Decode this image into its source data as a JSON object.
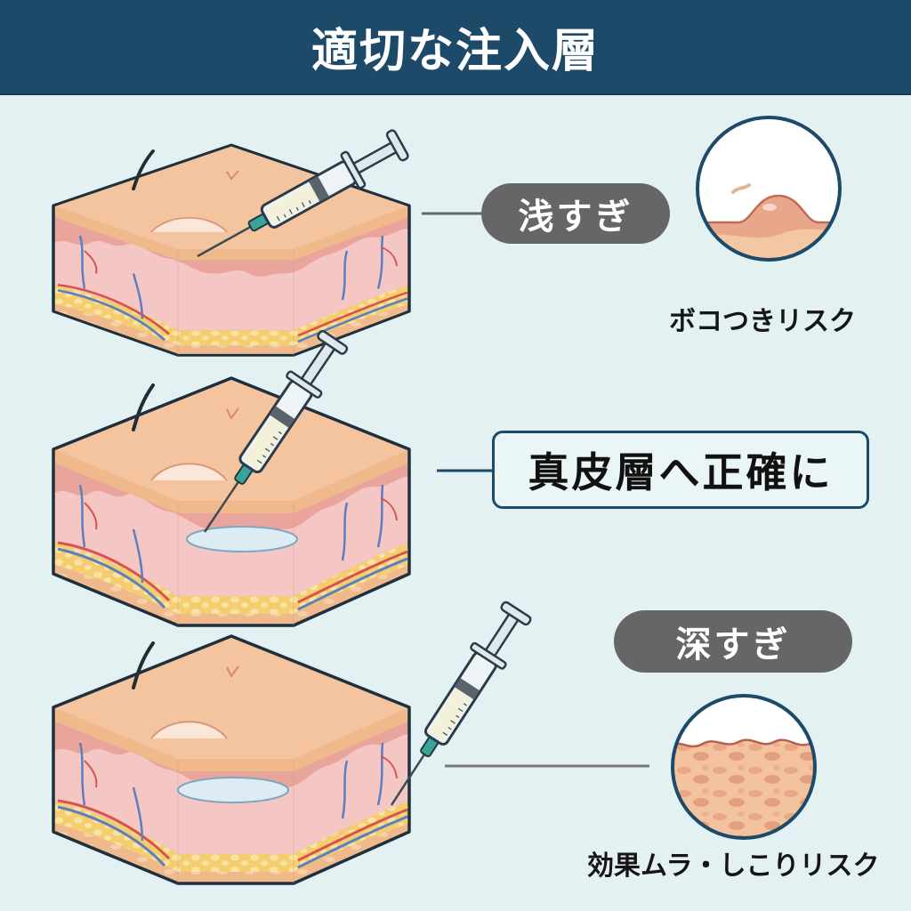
{
  "header": {
    "title": "適切な注入層"
  },
  "levels": [
    {
      "id": "shallow",
      "label": "浅すぎ",
      "caption": "ボコつきリスク",
      "style": "gray-pill"
    },
    {
      "id": "correct",
      "label": "真皮層へ正確に",
      "style": "outlined-box"
    },
    {
      "id": "deep",
      "label": "深すぎ",
      "caption": "効果ムラ・しこりリスク",
      "style": "gray-pill"
    }
  ],
  "colors": {
    "header_bg": "#1c4a68",
    "background": "#e4f1f3",
    "pill_bg": "#666666",
    "outline": "#1c4a68",
    "skin_top": "#f2c49c",
    "epidermis": "#e8a9a0",
    "dermis": "#f4c6c4",
    "fat": "#f3cd6e",
    "artery": "#d9534a",
    "vein": "#5b7fc0",
    "filler": "#dcecf2",
    "needle_hub": "#3aa39a"
  },
  "icons": {
    "syringe": "syringe-icon",
    "skin_block": "skin-cross-section-icon",
    "bump_inset": "skin-bump-icon",
    "lumpy_inset": "skin-lumpy-icon"
  }
}
